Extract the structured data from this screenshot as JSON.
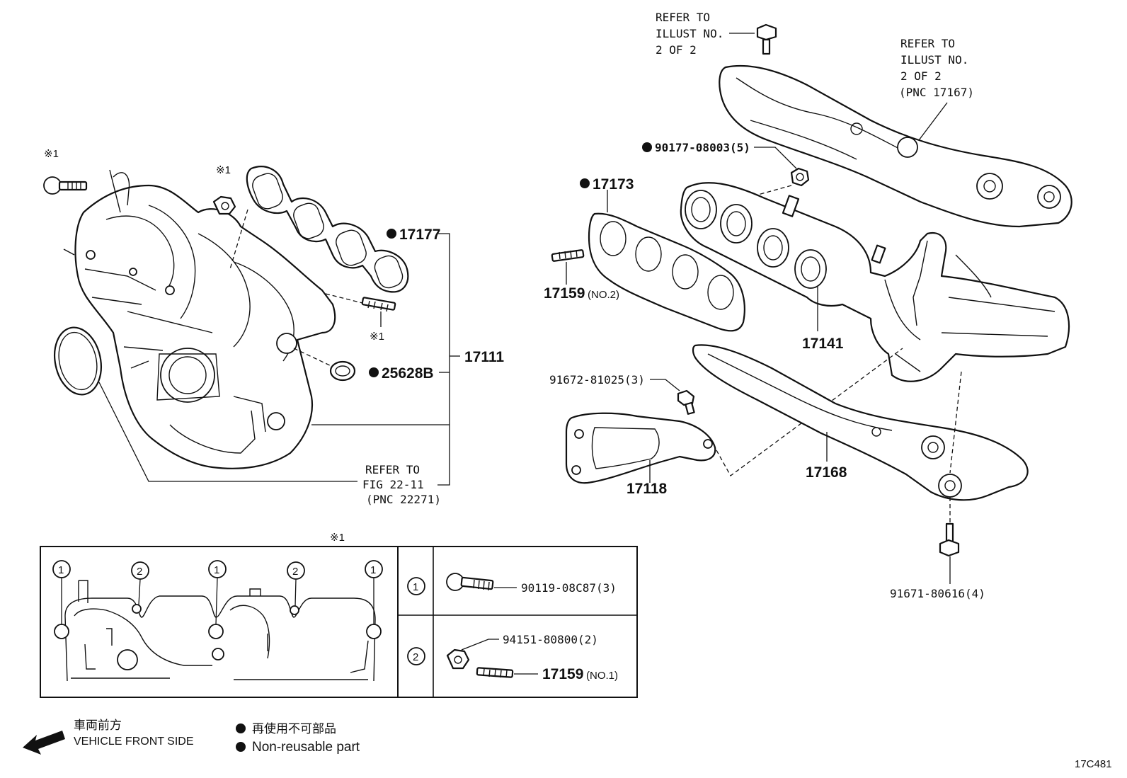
{
  "figure_id": "17C481",
  "markers": {
    "note_mark": "※1",
    "non_reusable_dot": "●"
  },
  "parts": {
    "p17177": "17177",
    "p25628B": "25628B",
    "p17111": "17111",
    "p17173": "17173",
    "p17159_no2": "17159",
    "p17159_no2_suffix": "(NO.2)",
    "p17141": "17141",
    "p91672": "91672-81025(3)",
    "p17118": "17118",
    "p17168": "17168",
    "p90177": "90177-08003(5)",
    "p91671": "91671-80616(4)"
  },
  "refs": {
    "top_left": [
      "REFER TO",
      "ILLUST NO.",
      "2 OF 2"
    ],
    "top_right": [
      "REFER TO",
      "ILLUST NO.",
      "2 OF 2",
      "(PNC 17167)"
    ],
    "fig": [
      "REFER TO",
      "FIG 22-11",
      "(PNC 22271)"
    ]
  },
  "detail": {
    "title_mark": "※1",
    "pos_1": "1",
    "pos_2": "2",
    "bolt_1": "90119-08C87(3)",
    "nut_2": "94151-80800(2)",
    "stud_2": "17159",
    "stud_2_suffix": "(NO.1)"
  },
  "legend": {
    "front_jp": "車両前方",
    "front_en": "VEHICLE FRONT SIDE",
    "nonreuse_jp": "再使用不可部品",
    "nonreuse_en": "Non-reusable part"
  }
}
